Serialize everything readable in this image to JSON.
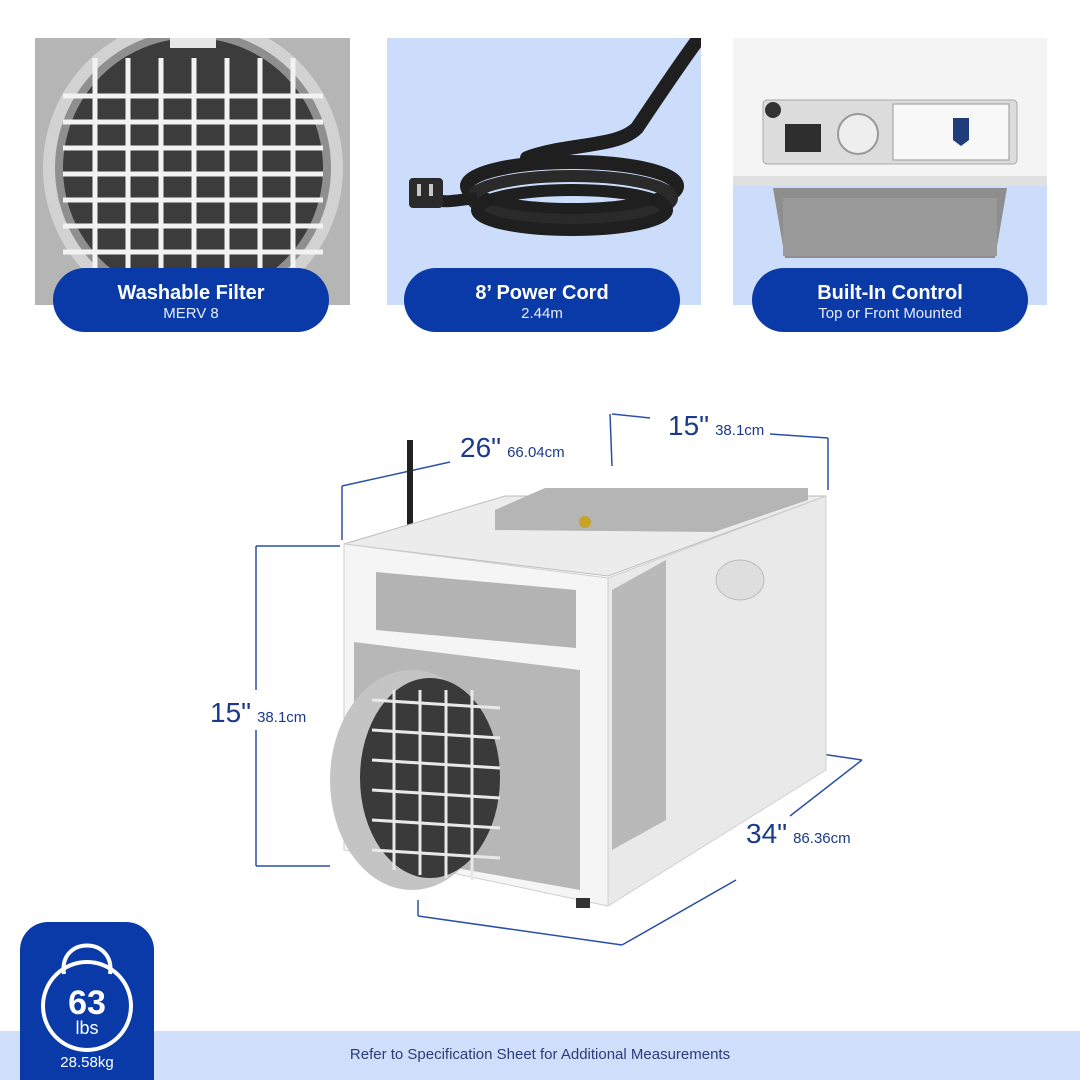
{
  "features": [
    {
      "title": "Washable Filter",
      "subtitle": "MERV 8"
    },
    {
      "title": "8’ Power Cord",
      "subtitle": "2.44m"
    },
    {
      "title": "Built-In Control",
      "subtitle": "Top or Front Mounted"
    }
  ],
  "dimensions": {
    "width": {
      "inches": "15\"",
      "metric": "38.1cm"
    },
    "depth": {
      "inches": "26\"",
      "metric": "66.04cm"
    },
    "height": {
      "inches": "15\"",
      "metric": "38.1cm"
    },
    "length": {
      "inches": "34\"",
      "metric": "86.36cm"
    }
  },
  "weight": {
    "value": "63",
    "unit": "lbs",
    "metric": "28.58kg"
  },
  "footer": {
    "note": "Refer to Specification Sheet for Additional Measurements"
  },
  "colors": {
    "brand_blue": "#0a3aa8",
    "light_blue": "#ccdcfb",
    "dim_line": "#1b3a8c"
  }
}
